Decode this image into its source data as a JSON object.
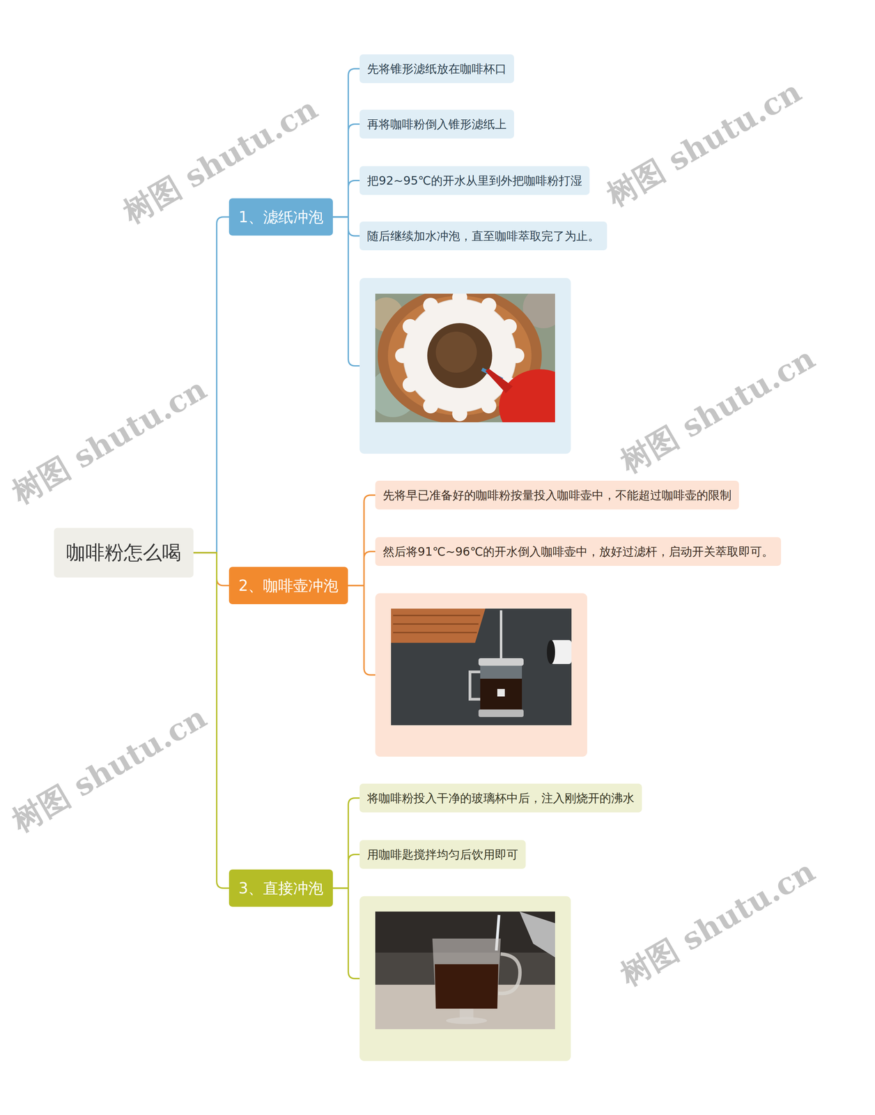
{
  "diagram": {
    "nodes": [
      {
        "text": [
          "咖啡粉怎么喝"
        ]
      },
      {
        "text": [
          "1、滤纸冲泡"
        ]
      },
      {
        "text": [
          "先将锥形滤纸放在咖啡杯口"
        ]
      },
      {
        "text": [
          "再将咖啡粉倒入锥形滤纸上"
        ]
      },
      {
        "text": [
          "把92~95℃的开水从里到外把咖啡粉打湿"
        ]
      },
      {
        "text": [
          "随后继续加水冲泡，直至咖啡萃取完了为止。"
        ]
      },
      {
        "text": [
          "2、咖啡壶冲泡"
        ]
      },
      {
        "text": [
          "先将早已准备好的咖啡粉按量投入咖啡壶中，不能超过咖啡壶的限制"
        ]
      },
      {
        "text": [
          "然后将91℃~96℃的开水倒入咖啡壶中，放好过滤杆，启动开关萃取即可。"
        ]
      },
      {
        "text": [
          "3、直接冲泡"
        ]
      },
      {
        "text": [
          "将咖啡粉投入干净的玻璃杯中后，注入刚烧开的沸水"
        ]
      },
      {
        "text": [
          "用咖啡匙搅拌均匀后饮用即可"
        ]
      }
    ],
    "edges": [
      {
        "from": 0,
        "to": 1,
        "arrow": "none"
      },
      {
        "from": 0,
        "to": 6,
        "arrow": "none"
      },
      {
        "from": 0,
        "to": 9,
        "arrow": "none"
      },
      {
        "from": 1,
        "to": 2,
        "arrow": "none"
      },
      {
        "from": 1,
        "to": 3,
        "arrow": "none"
      },
      {
        "from": 1,
        "to": 4,
        "arrow": "none"
      },
      {
        "from": 1,
        "to": 5,
        "arrow": "none"
      },
      {
        "from": 6,
        "to": 7,
        "arrow": "none"
      },
      {
        "from": 6,
        "to": 8,
        "arrow": "none"
      },
      {
        "from": 9,
        "to": 10,
        "arrow": "none"
      },
      {
        "from": 9,
        "to": 11,
        "arrow": "none"
      }
    ],
    "labels": [
      "树图 shutu.cn",
      "树图 shutu.cn",
      "树图 shutu.cn",
      "树图 shutu.cn",
      "树图 shutu.cn",
      "树图 shutu.cn"
    ]
  }
}
